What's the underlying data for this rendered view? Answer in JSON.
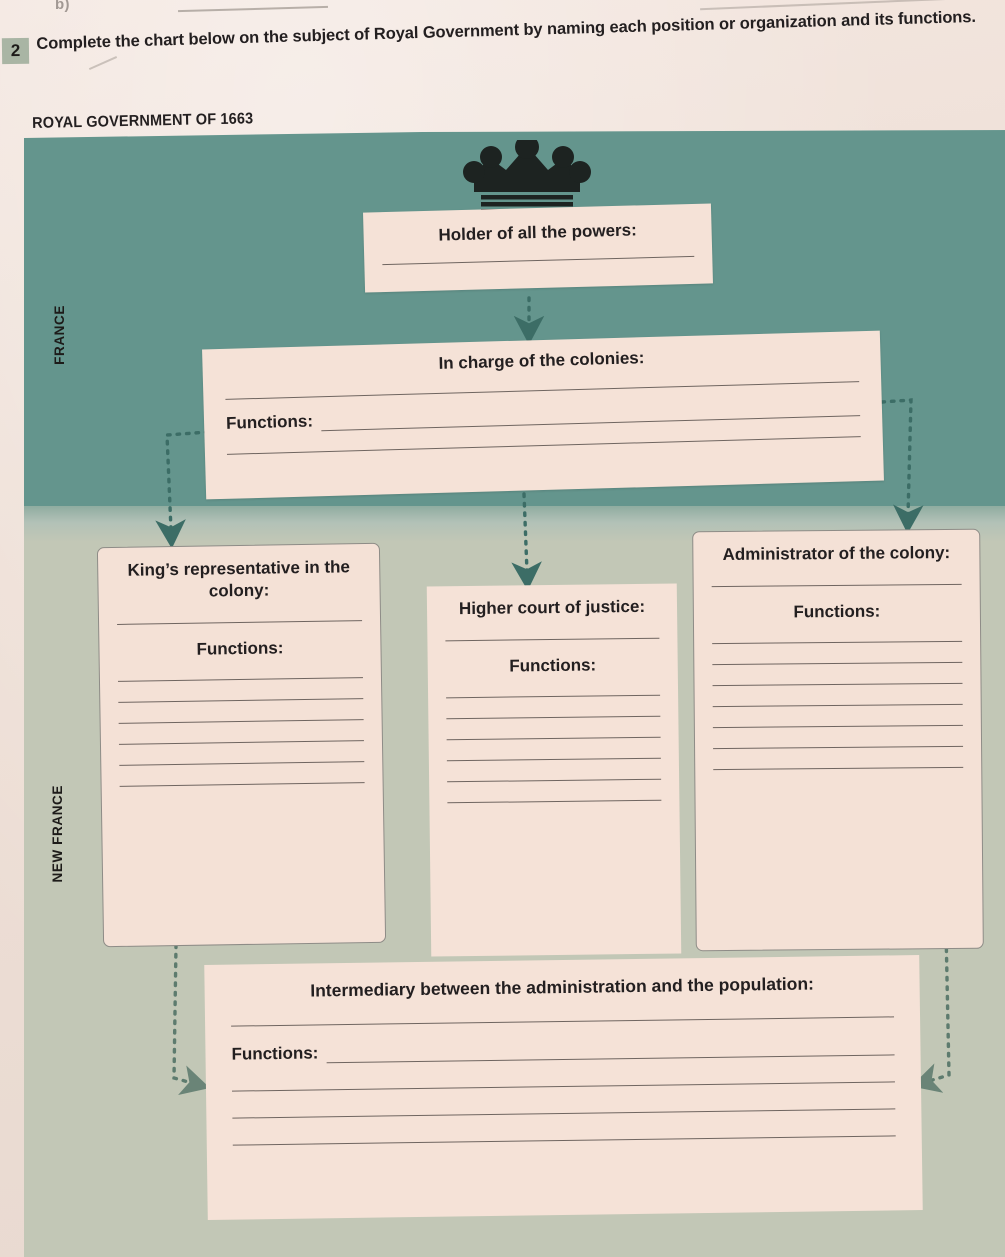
{
  "question": {
    "number": "2",
    "prompt": "Complete the chart below on the subject of Royal Government by naming each position or organization and its functions.",
    "stub_label": "b)"
  },
  "chart": {
    "caption": "ROYAL GOVERNMENT OF 1663",
    "zones": {
      "top": "FRANCE",
      "bottom": "NEW FRANCE"
    },
    "icon": "crown-icon",
    "colors": {
      "france_band": "#64958d",
      "newfrance_band": "#c2c7b6",
      "card_fill": "#f4e1d6",
      "rule": "#6f6560",
      "page": "#eedfd6",
      "number_badge": "#a9b5a4"
    },
    "functions_label": "Functions:",
    "nodes": [
      {
        "id": "holder",
        "title": "Holder of all the powers:",
        "answer_lines": 1,
        "functions": false,
        "function_lines": 0
      },
      {
        "id": "colonies",
        "title": "In charge of the colonies:",
        "answer_lines": 1,
        "functions": true,
        "function_lines": 2
      },
      {
        "id": "kings-representative",
        "title": "King’s representative in the colony:",
        "answer_lines": 1,
        "functions": true,
        "function_lines": 6
      },
      {
        "id": "higher-court",
        "title": "Higher court of justice:",
        "answer_lines": 1,
        "functions": true,
        "function_lines": 6
      },
      {
        "id": "administrator",
        "title": "Administrator of the colony:",
        "answer_lines": 1,
        "functions": true,
        "function_lines": 7
      },
      {
        "id": "intermediary",
        "title": "Intermediary between the administration and the population:",
        "answer_lines": 1,
        "functions": true,
        "function_lines": 3
      }
    ],
    "connectors": [
      {
        "from": "holder",
        "to": "colonies",
        "style": "dotted-arrow-down"
      },
      {
        "from": "colonies",
        "to": "kings-representative",
        "style": "dotted-arrow-elbow-left"
      },
      {
        "from": "colonies",
        "to": "higher-court",
        "style": "dotted-arrow-down"
      },
      {
        "from": "colonies",
        "to": "administrator",
        "style": "dotted-arrow-elbow-right"
      },
      {
        "from": "kings-representative",
        "to": "intermediary",
        "style": "dotted-arrow-elbow-left"
      },
      {
        "from": "administrator",
        "to": "intermediary",
        "style": "dotted-arrow-elbow-right"
      }
    ]
  }
}
